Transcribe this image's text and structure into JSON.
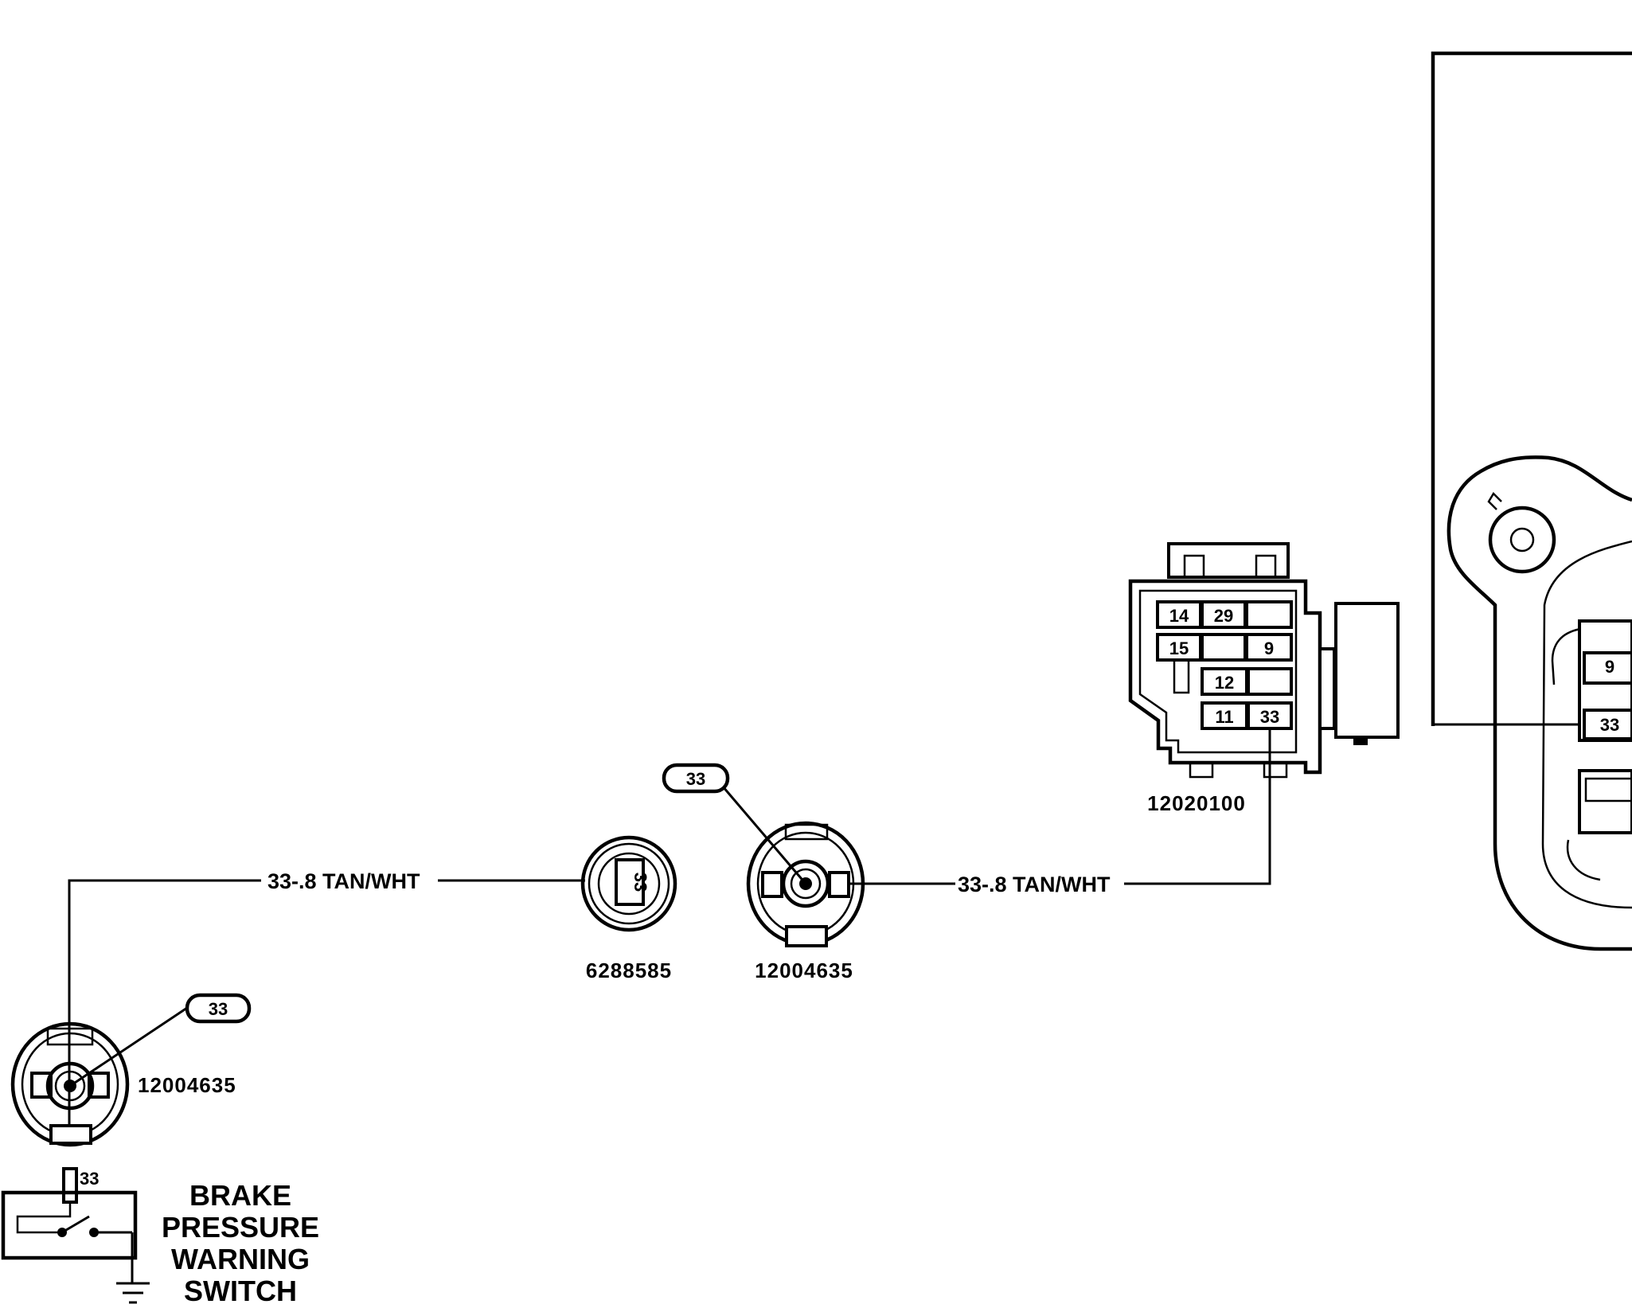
{
  "wires": [
    {
      "label": "33-.8 TAN/WHT"
    },
    {
      "label": "33-.8 TAN/WHT"
    }
  ],
  "connectors": {
    "switch_connector": {
      "part": "12004635",
      "tag": "33"
    },
    "inline_female": {
      "part": "6288585",
      "cavity": "33"
    },
    "inline_male": {
      "part": "12004635",
      "tag": "33"
    },
    "harness_block": {
      "part": "12020100",
      "cavities": [
        "14",
        "29",
        "15",
        "9",
        "12",
        "11",
        "33"
      ]
    },
    "module": {
      "cavities": [
        "9",
        "33"
      ]
    }
  },
  "switch": {
    "terminal": "33",
    "title_lines": [
      "BRAKE",
      "PRESSURE",
      "WARNING",
      "SWITCH"
    ]
  }
}
